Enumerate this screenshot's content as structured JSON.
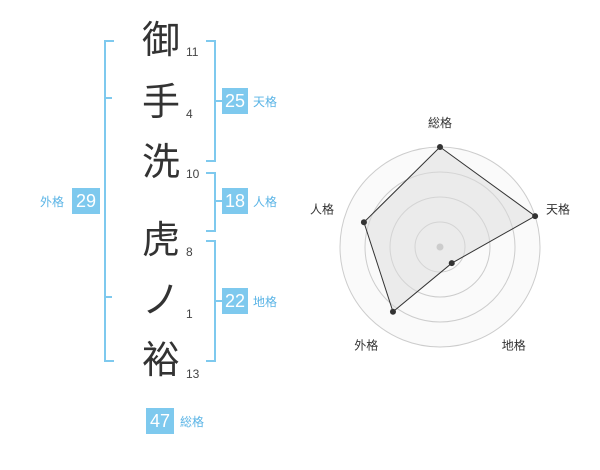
{
  "name_characters": [
    {
      "char": "御",
      "strokes": "11"
    },
    {
      "char": "手",
      "strokes": "4"
    },
    {
      "char": "洗",
      "strokes": "10"
    },
    {
      "char": "虎",
      "strokes": "8"
    },
    {
      "char": "ノ",
      "strokes": "1"
    },
    {
      "char": "裕",
      "strokes": "13"
    }
  ],
  "scores": {
    "tenkaku": {
      "value": "25",
      "label": "天格"
    },
    "jinkaku": {
      "value": "18",
      "label": "人格"
    },
    "chikaku": {
      "value": "22",
      "label": "地格"
    },
    "gaikaku": {
      "value": "29",
      "label": "外格"
    },
    "soukaku": {
      "value": "47",
      "label": "総格"
    }
  },
  "colors": {
    "accent": "#7ec9ee",
    "accent_text": "#5ab4e6",
    "radar_fill": "#f0f0f0",
    "grid": "#cccccc",
    "stroke": "#333333"
  },
  "chart_data": {
    "type": "radar",
    "axes": [
      "総格",
      "天格",
      "地格",
      "外格",
      "人格"
    ],
    "values": [
      5,
      5,
      1,
      4,
      4
    ],
    "rmax": 5,
    "rings": 4
  }
}
